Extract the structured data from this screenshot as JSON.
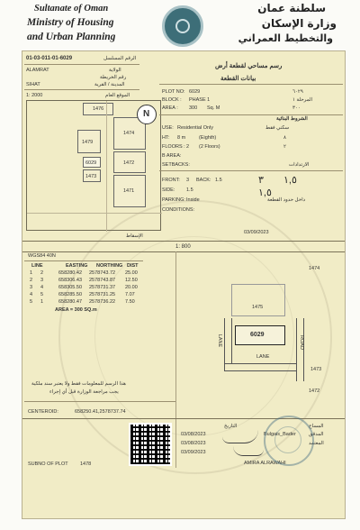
{
  "header": {
    "title_en_line1": "Sultanate of Oman",
    "title_en_line2": "Ministry of Housing",
    "title_en_line3": "and Urban Planning",
    "title_ar_line1": "سلطنة عمان",
    "title_ar_line2": "وزارة الإسكان",
    "title_ar_line3": "والتخطيط العمراني"
  },
  "document": {
    "title_ar": "رسم مساحي لقطعة أرض",
    "subtitle_ar": "بيانات القطعة",
    "plan_number": "01-03-011-01-6029",
    "plan_number_label_ar": "الرقم المسلسل",
    "wilayat_label_ar": "الولاية",
    "region_en": "ALAMRAT",
    "village_label_ar": "رقم الخريطة",
    "district_en": "SIHAT",
    "district_label_ar": "المدينة / القرية",
    "location_label_ar": "الموقع العام",
    "location_scale": "1: 2000",
    "legend_label_ar": "الإسقاط"
  },
  "plot": {
    "plot_no_label": "PLOT NO:",
    "plot_no": "6029",
    "plot_no_ar": "٦٠٢٩",
    "block_label": "BLOCK :",
    "block": "PHASE 1",
    "block_ar": "المرحلة ١",
    "area_label": "AREA :",
    "area": "300",
    "area_unit": "Sq. M",
    "area_ar": "٣٠٠",
    "use_label": "USE:",
    "use": "Residential Only",
    "use_ar": "سكني فقط",
    "ht_label": "HT:",
    "ht": "8 m",
    "ht_note": "(Eighth)",
    "ht_ar": "٨",
    "floors_label": "FLOORS :",
    "floors": "2",
    "floors_note": "(2 Floors)",
    "floors_ar": "٢",
    "barea_label": "B AREA:",
    "setbacks_label": "SETBACKS:",
    "setbacks_ar": "الارتدادات",
    "front_label": "FRONT:",
    "front": "3",
    "back_label": "BACK:",
    "back": "1.5",
    "side_label": "SIDE:",
    "side": "1.5",
    "parking_label": "PARKING:",
    "parking": "Inside",
    "conditions_label": "CONDITIONS:",
    "parking_ar": "داخل حدود القطعة",
    "building_conditions_ar": "الشروط البنائية"
  },
  "location_map": {
    "plots": [
      "1476",
      "1474",
      "1479",
      "1472",
      "6029",
      "1473",
      "1471"
    ],
    "north_label": "N"
  },
  "site_plan": {
    "scale": "1: 800",
    "projection": "WGS84 40N",
    "table_headers": [
      "LINE",
      "EASTING",
      "NORTHING",
      "DIST"
    ],
    "rows": [
      {
        "line": "1",
        "pt": "2",
        "easting": "658280.42",
        "northing": "2578743.72",
        "dist": "25.00"
      },
      {
        "line": "2",
        "pt": "3",
        "easting": "658306.43",
        "northing": "2578743.87",
        "dist": "12.50"
      },
      {
        "line": "3",
        "pt": "4",
        "easting": "658305.50",
        "northing": "2578731.37",
        "dist": "20.00"
      },
      {
        "line": "4",
        "pt": "5",
        "easting": "658285.50",
        "northing": "2578731.25",
        "dist": "7.07"
      },
      {
        "line": "5",
        "pt": "1",
        "easting": "658280.47",
        "northing": "2578736.22",
        "dist": "7.50"
      }
    ],
    "area_text": "AREA = 300 SQ.m",
    "centroid_label": "CENTEROID:",
    "centroid": "658250.41,2578737.74",
    "disclaimer_ar_1": "هذا الرسم للمعلومات فقط ولا يعتبر سند ملكية",
    "disclaimer_ar_2": "يجب مراجعة الوزارة قبل أي إجراء",
    "plot_label": "6029",
    "plot_1474": "1474",
    "plot_1475": "1475",
    "plot_1473": "1473",
    "plot_1472": "1472",
    "road_lane_left": "LANE",
    "road_lane_bottom": "LANE",
    "road_right": "ROAD",
    "subno_label": "SUBNO OF PLOT",
    "subno": "1478",
    "date_stamp": "03/09/2023"
  },
  "signatures": {
    "surveyor_label_ar": "المساح",
    "surveyor_date_label_ar": "التاريخ",
    "surveyor_date": "03/08/2023",
    "checked_label_ar": "المدقق",
    "checked_by": "Bulgais_Bader",
    "checked_date": "03/08/2023",
    "approved_label_ar": "المعتمد",
    "approved_date": "03/09/2023",
    "approved_by": "AMIRA ALRAWAHI",
    "date_label_ar": "التاريخ"
  }
}
